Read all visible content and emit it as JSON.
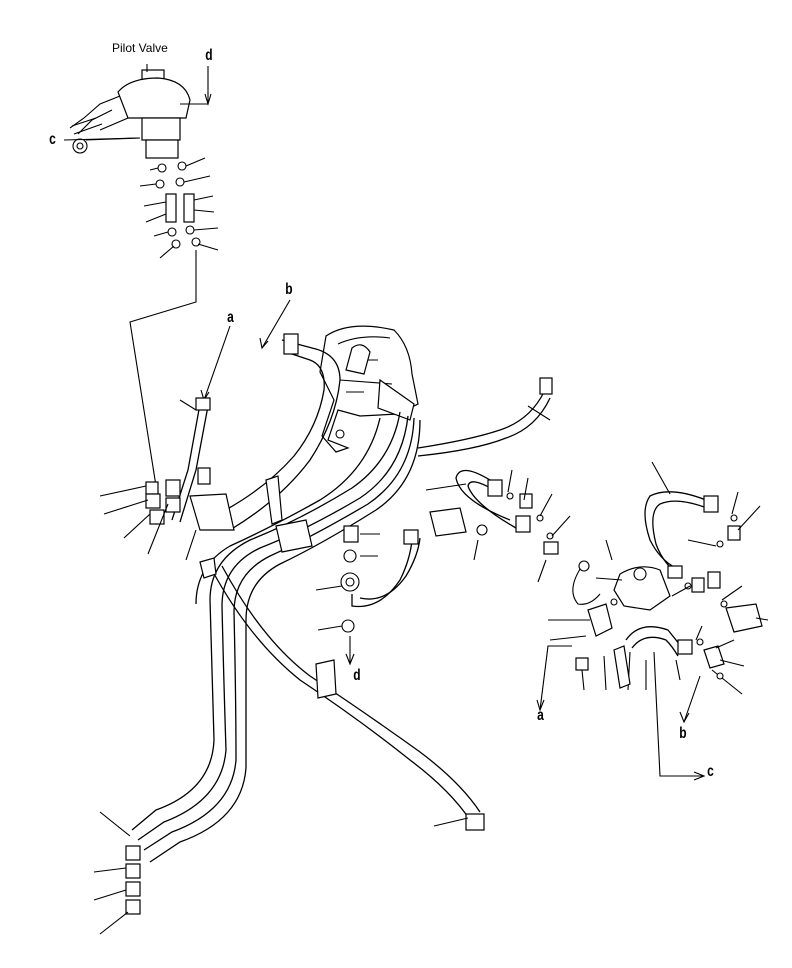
{
  "diagram": {
    "title": "Pilot Valve",
    "reference_letters": {
      "a_top": "a",
      "b_top": "b",
      "c_top": "c",
      "d_top": "d",
      "d_bottom": "d",
      "a_bottom": "a",
      "b_bottom": "b",
      "c_bottom": "c"
    },
    "colors": {
      "ink": "#000000",
      "paper": "#ffffff"
    }
  }
}
